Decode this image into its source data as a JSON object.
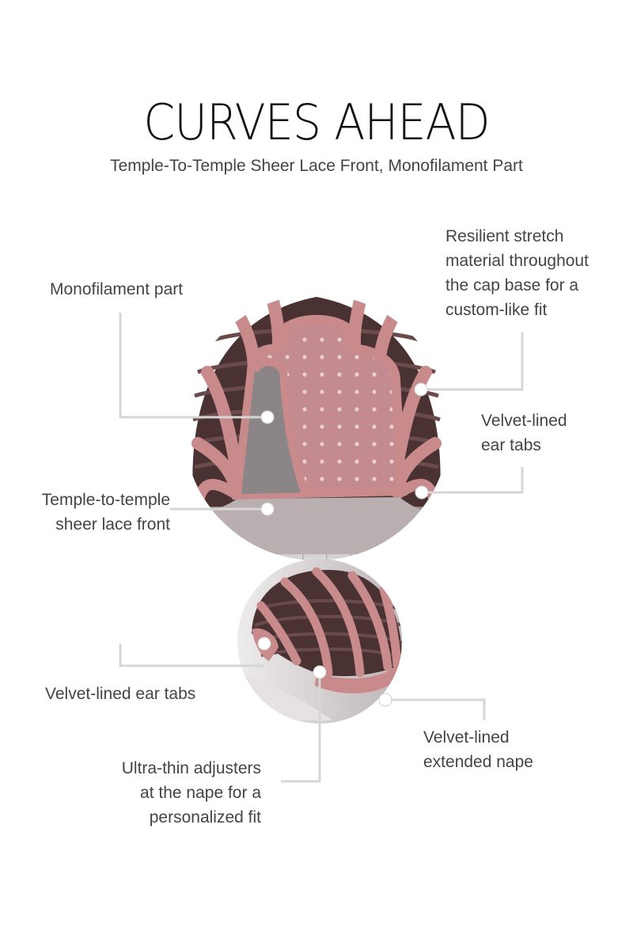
{
  "title": "CURVES AHEAD",
  "subtitle": "Temple-To-Temple Sheer Lace Front, Monofilament Part",
  "callouts": {
    "monofilament_part": "Monofilament part",
    "stretch_1": "Resilient stretch",
    "stretch_2": "material throughout",
    "stretch_3": "the cap base for a",
    "stretch_4": "custom-like fit",
    "ear_tabs_top_1": "Velvet-lined",
    "ear_tabs_top_2": "ear tabs",
    "lace_front_1": "Temple-to-temple",
    "lace_front_2": "sheer lace front",
    "ear_tabs_bottom": "Velvet-lined ear tabs",
    "nape_1": "Velvet-lined",
    "nape_2": "extended nape",
    "adjusters_1": "Ultra-thin adjusters",
    "adjusters_2": "at the nape for a",
    "adjusters_3": "personalized fit"
  },
  "colors": {
    "cap_band": "#c98a8c",
    "hair_dark": "#4a3233",
    "leader_line": "#d6d6d6"
  }
}
